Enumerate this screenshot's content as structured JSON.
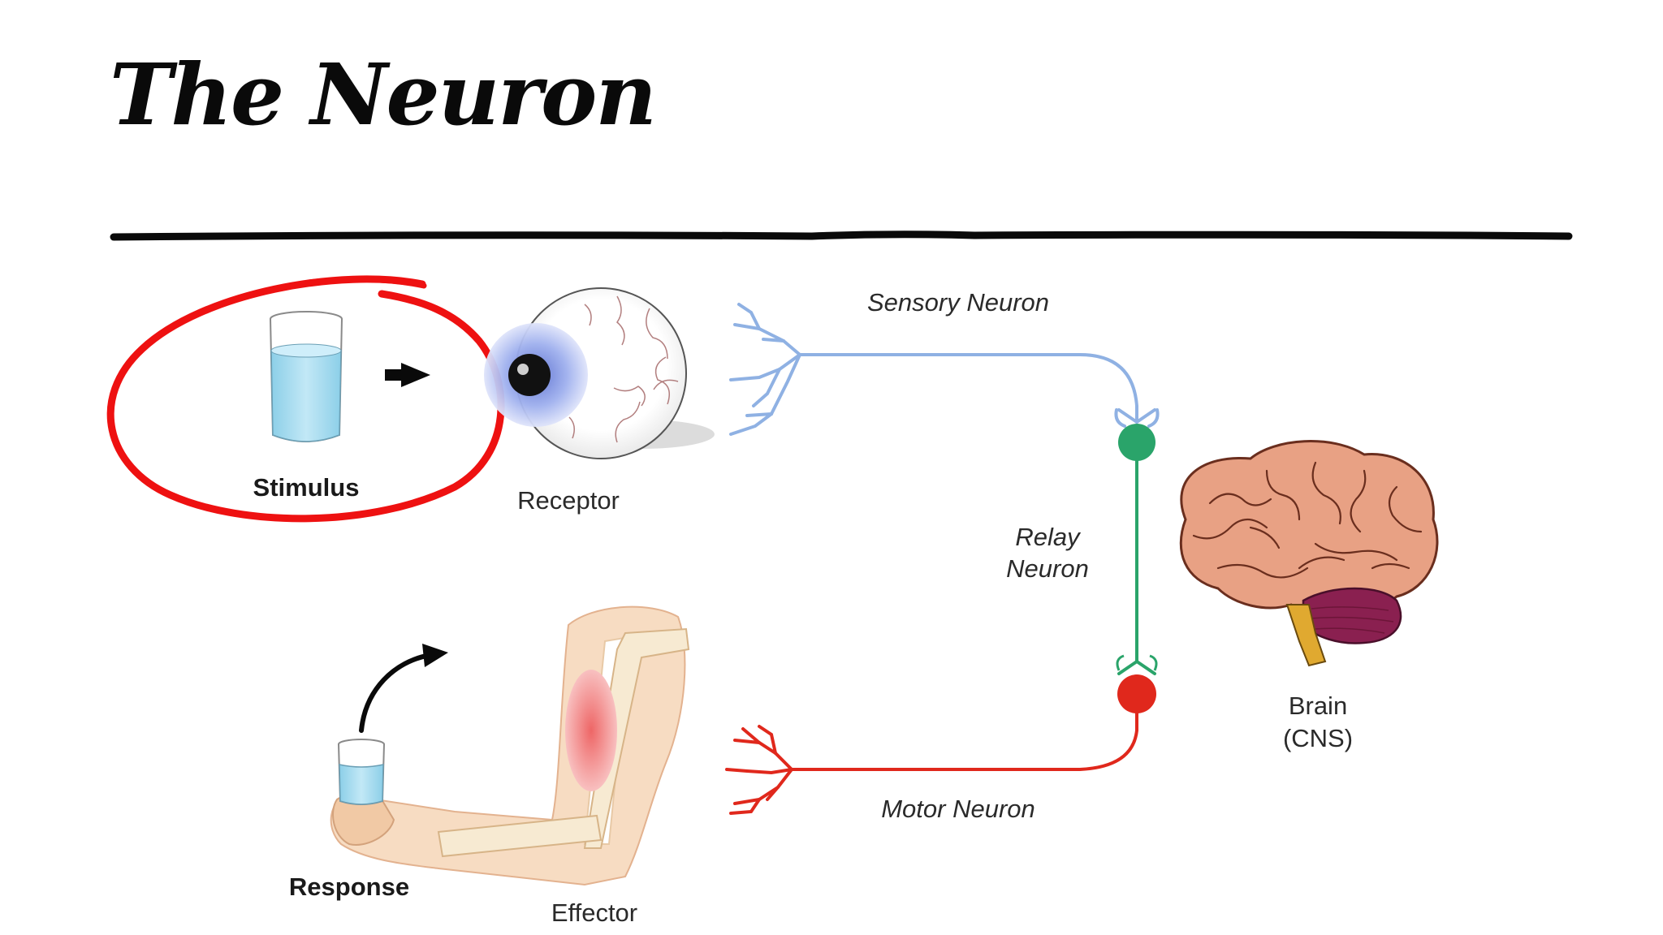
{
  "slide": {
    "title": "The Neuron"
  },
  "diagram": {
    "stimulus_label": "Stimulus",
    "receptor_label": "Receptor",
    "sensory_neuron_label": "Sensory Neuron",
    "relay_neuron_label_line1": "Relay",
    "relay_neuron_label_line2": "Neuron",
    "brain_label_line1": "Brain",
    "brain_label_line2": "(CNS)",
    "motor_neuron_label": "Motor Neuron",
    "response_label": "Response",
    "effector_label": "Effector"
  },
  "colors": {
    "sensory_neuron": "#8fb1e3",
    "relay_neuron": "#2aa46a",
    "motor_neuron": "#e0281c",
    "highlight_circle": "#ee1111",
    "water": "#a9dcef",
    "muscle": "#f07d7d",
    "brain": "#e8a184",
    "cerebellum": "#8a2050"
  }
}
